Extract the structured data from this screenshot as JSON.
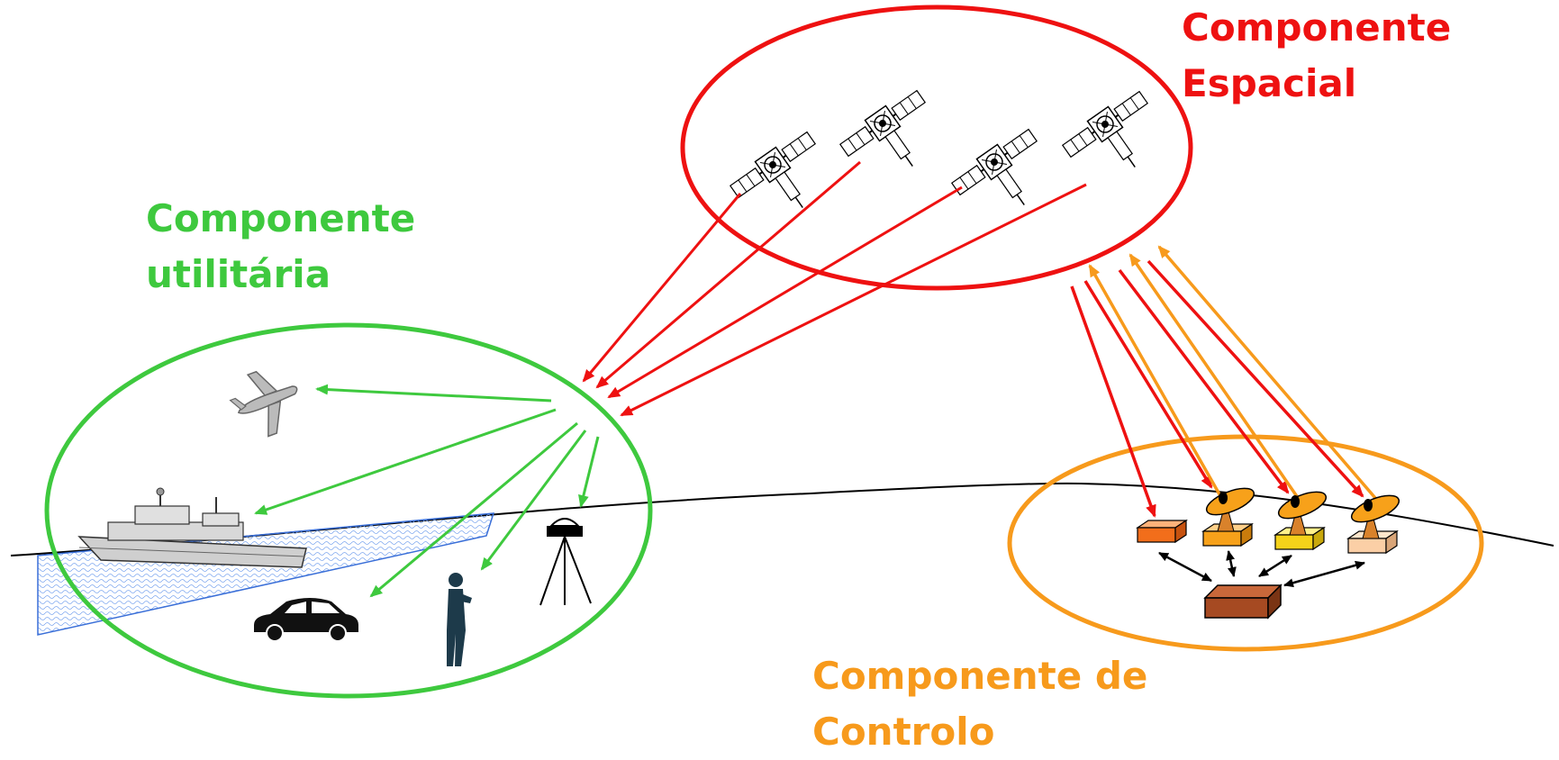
{
  "colors": {
    "space": "#ee1111",
    "user": "#3ec93e",
    "control": "#f79a1c",
    "black": "#000000",
    "water_edge": "#3a6fd8"
  },
  "labels": {
    "space": {
      "line1": "Componente",
      "line2": "Espacial"
    },
    "user": {
      "line1": "Componente",
      "line2": "utilitária"
    },
    "control": {
      "line1": "Componente de",
      "line2": "Controlo"
    }
  },
  "icons": {
    "satellites": [
      "satellite-icon",
      "satellite-icon",
      "satellite-icon",
      "satellite-icon"
    ],
    "users": [
      "airplane-icon",
      "ship-icon",
      "car-icon",
      "person-icon",
      "tripod-receiver-icon"
    ],
    "ground": [
      "monitor-station-icon",
      "ground-antenna-icon",
      "master-control-station-icon"
    ]
  }
}
